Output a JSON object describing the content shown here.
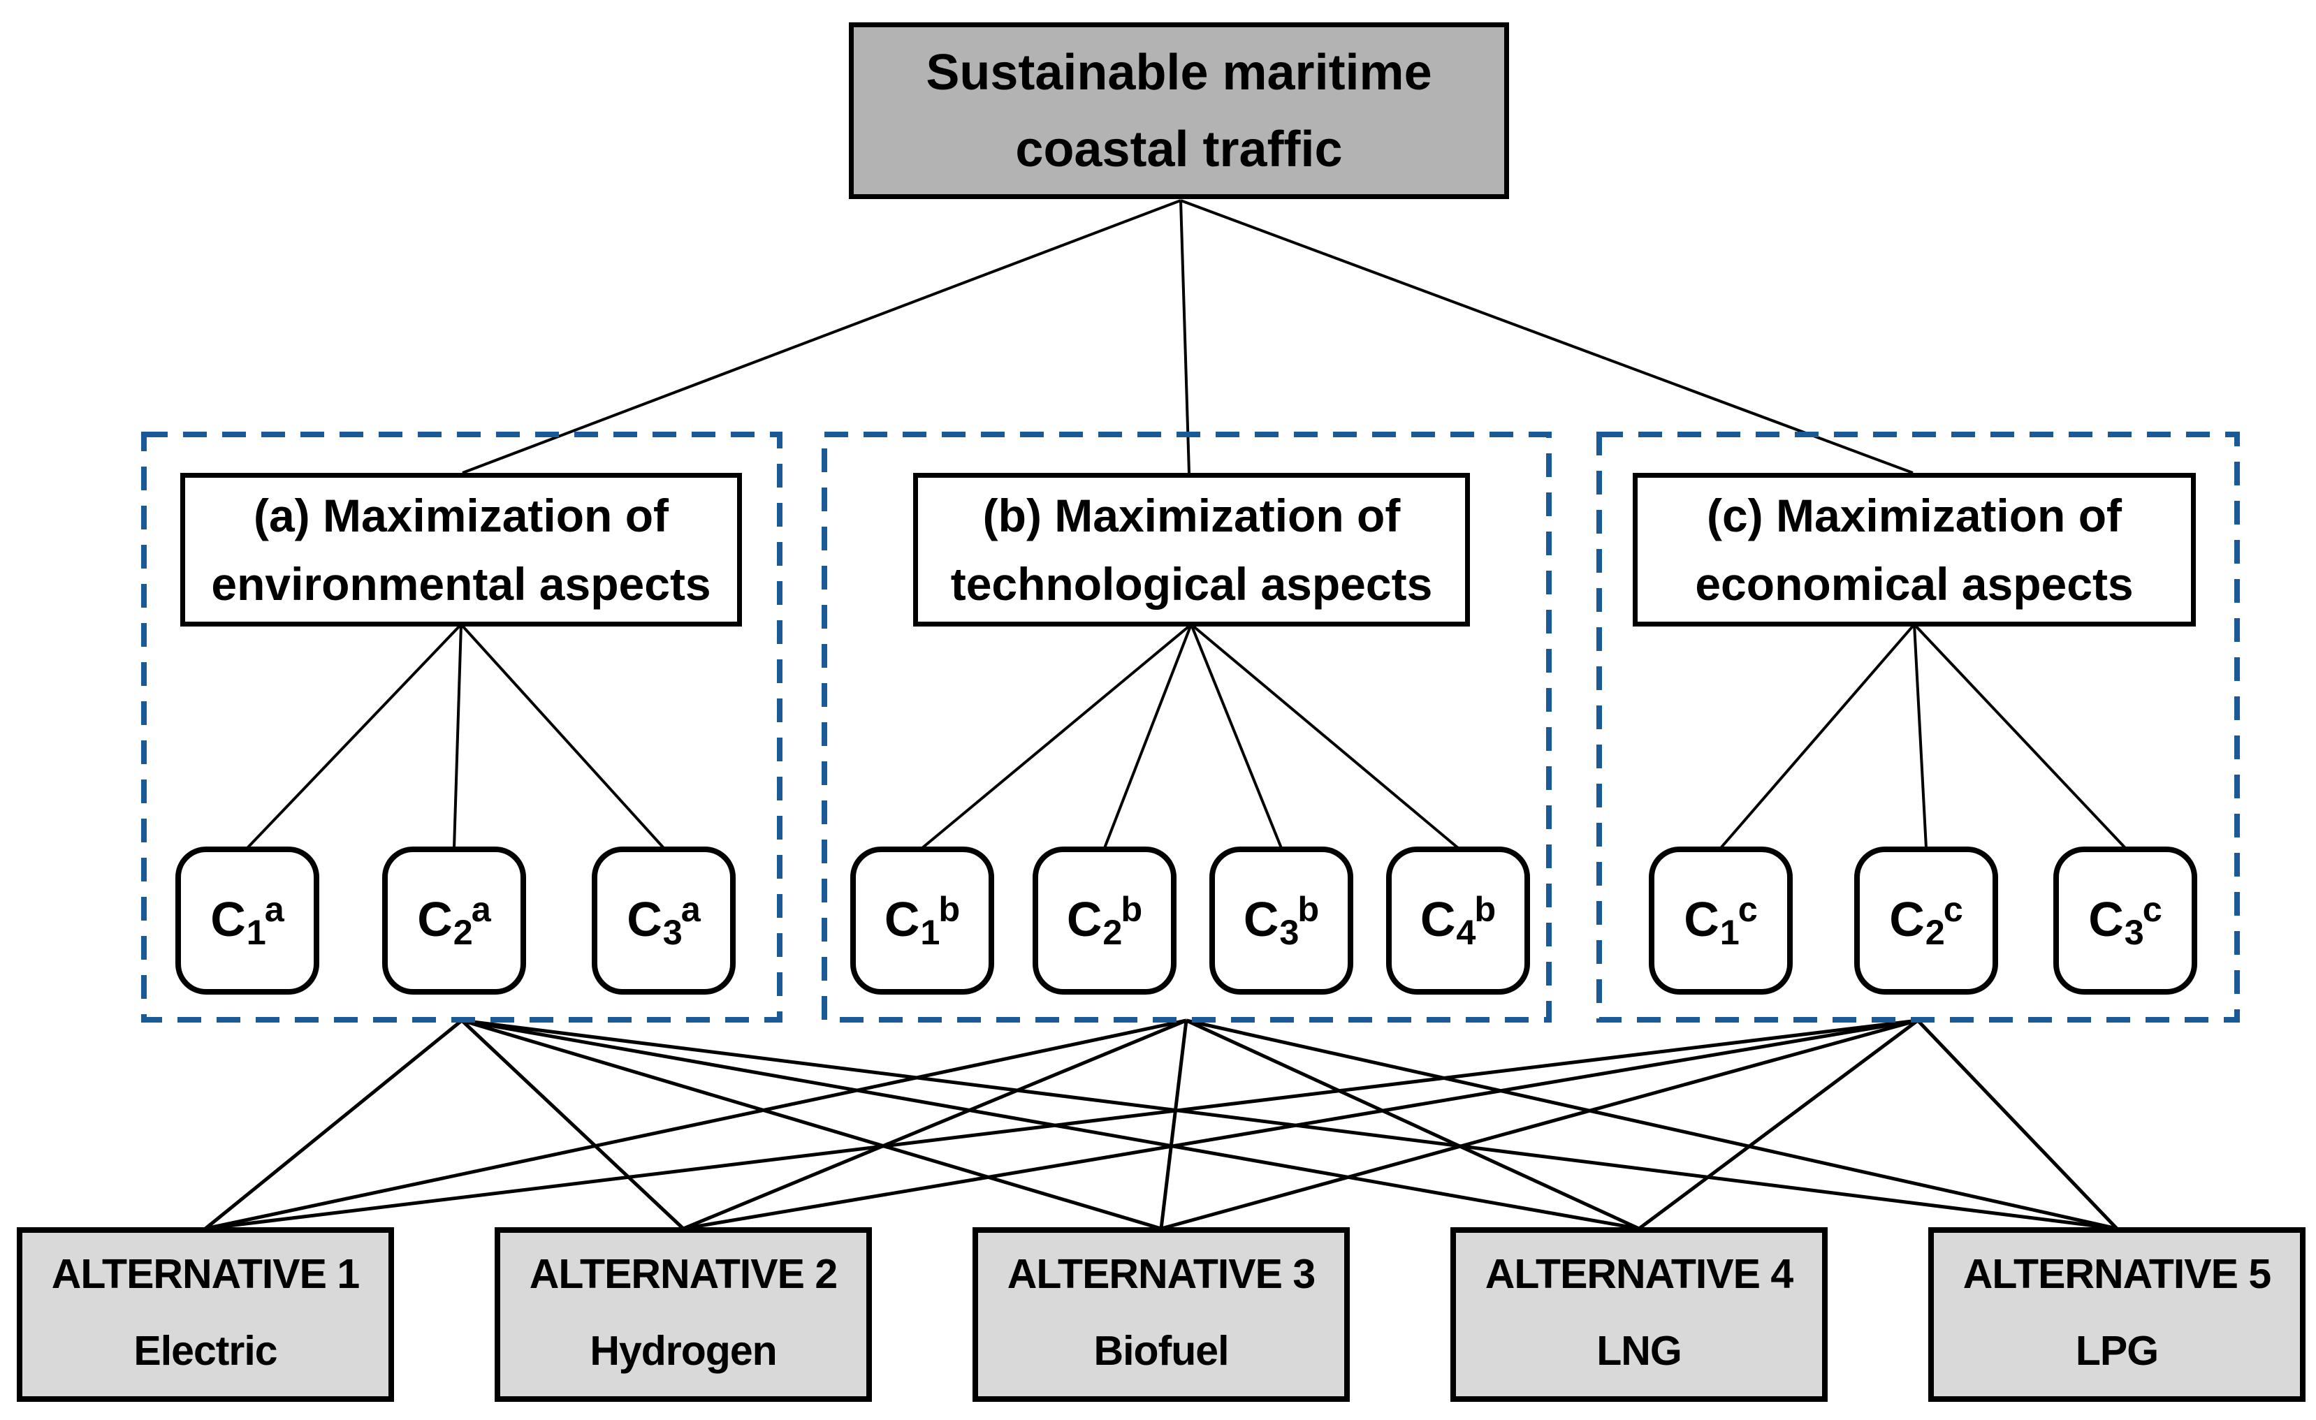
{
  "goal": {
    "lines": [
      "Sustainable maritime",
      "coastal traffic"
    ]
  },
  "criteria_groups": [
    {
      "id": "a",
      "title_lines": [
        "(a) Maximization of",
        "environmental aspects"
      ],
      "subcriteria": [
        {
          "base": "C",
          "sub": "1",
          "sup": "a"
        },
        {
          "base": "C",
          "sub": "2",
          "sup": "a"
        },
        {
          "base": "C",
          "sub": "3",
          "sup": "a"
        }
      ]
    },
    {
      "id": "b",
      "title_lines": [
        "(b) Maximization of",
        "technological aspects"
      ],
      "subcriteria": [
        {
          "base": "C",
          "sub": "1",
          "sup": "b"
        },
        {
          "base": "C",
          "sub": "2",
          "sup": "b"
        },
        {
          "base": "C",
          "sub": "3",
          "sup": "b"
        },
        {
          "base": "C",
          "sub": "4",
          "sup": "b"
        }
      ]
    },
    {
      "id": "c",
      "title_lines": [
        "(c) Maximization of",
        "economical aspects"
      ],
      "subcriteria": [
        {
          "base": "C",
          "sub": "1",
          "sup": "c"
        },
        {
          "base": "C",
          "sub": "2",
          "sup": "c"
        },
        {
          "base": "C",
          "sub": "3",
          "sup": "c"
        }
      ]
    }
  ],
  "alternatives": [
    {
      "name": "ALTERNATIVE 1",
      "fuel": "Electric"
    },
    {
      "name": "ALTERNATIVE 2",
      "fuel": "Hydrogen"
    },
    {
      "name": "ALTERNATIVE 3",
      "fuel": "Biofuel"
    },
    {
      "name": "ALTERNATIVE 4",
      "fuel": "LNG"
    },
    {
      "name": "ALTERNATIVE 5",
      "fuel": "LPG"
    }
  ],
  "colors": {
    "goal_fill": "#b3b3b3",
    "criteria_fill": "#ffffff",
    "alternative_fill": "#d9d9d9",
    "group_dash_border": "#1b5a96",
    "box_border": "#000000",
    "connector": "#000000"
  }
}
